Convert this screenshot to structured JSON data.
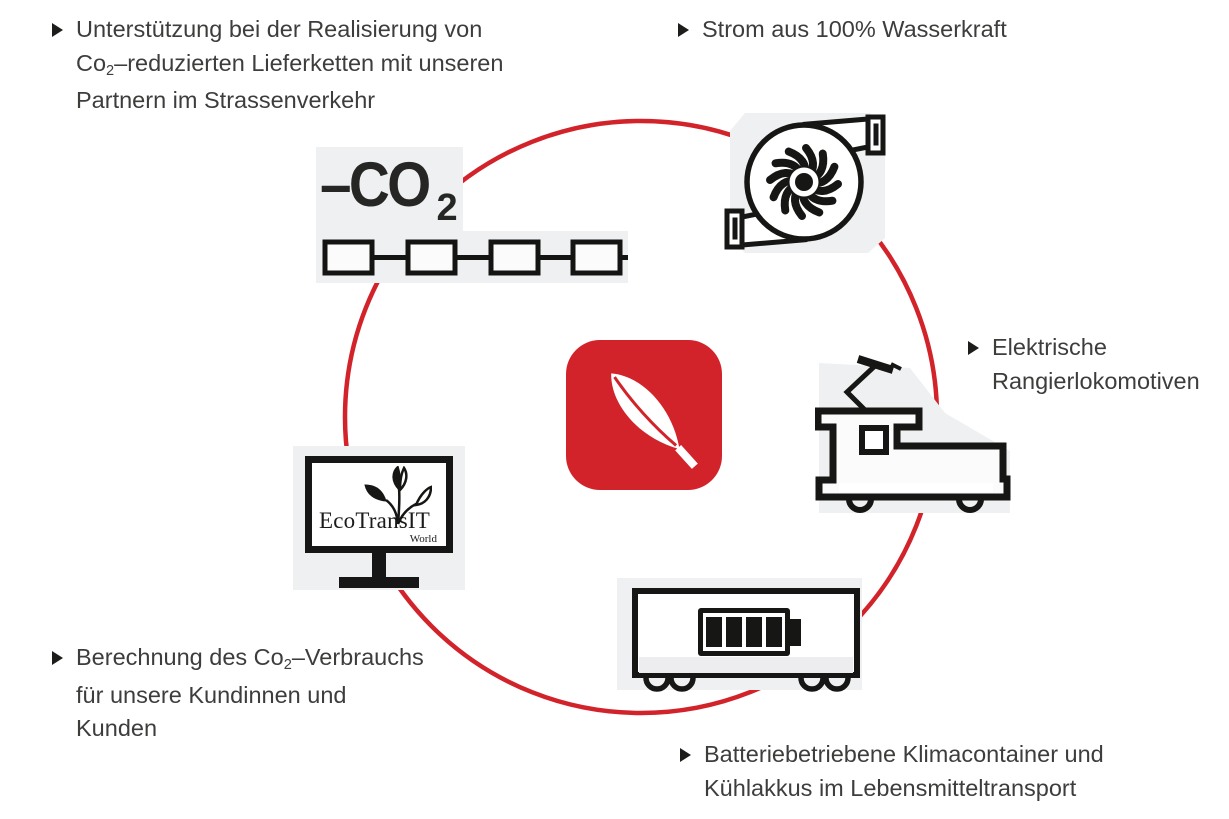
{
  "colors": {
    "accent_red": "#d2232b",
    "text_ink": "#3d3d3c",
    "icon_ink": "#161614",
    "icon_bg": "#eff0f2"
  },
  "bullets": {
    "supply_chain": {
      "line1": "Unterstützung bei der Realisierung von",
      "line2_pre": "Co",
      "line2_sub": "2",
      "line2_post": "–reduzierten Lieferketten mit unseren",
      "line3": "Partnern im Strassenverkehr"
    },
    "hydropower": {
      "line1": "Strom aus 100% Wasserkraft"
    },
    "locomotives": {
      "line1": "Elektrische",
      "line2": "Rangierlokomotiven"
    },
    "co2_calculation": {
      "line1_pre": "Berechnung des Co",
      "line1_sub": "2",
      "line1_post": "–Verbrauchs",
      "line2": "für unsere Kundinnen und",
      "line3": "Kunden"
    },
    "battery_containers": {
      "line1": "Batteriebetriebene Klimacontainer und",
      "line2": "Kühlakkus im Lebensmitteltransport"
    }
  },
  "icons": {
    "center": "leaf-icon",
    "supply_chain": "co2-supply-chain-icon",
    "hydropower": "water-turbine-icon",
    "locomotive": "electric-locomotive-icon",
    "battery_wagon": "battery-container-wagon-icon",
    "ecotransit": "ecotransit-monitor-icon",
    "co2_label_pre": "–CO",
    "co2_label_sub": "2"
  },
  "ecotransit": {
    "brand": "EcoTransIT",
    "world": "World"
  }
}
